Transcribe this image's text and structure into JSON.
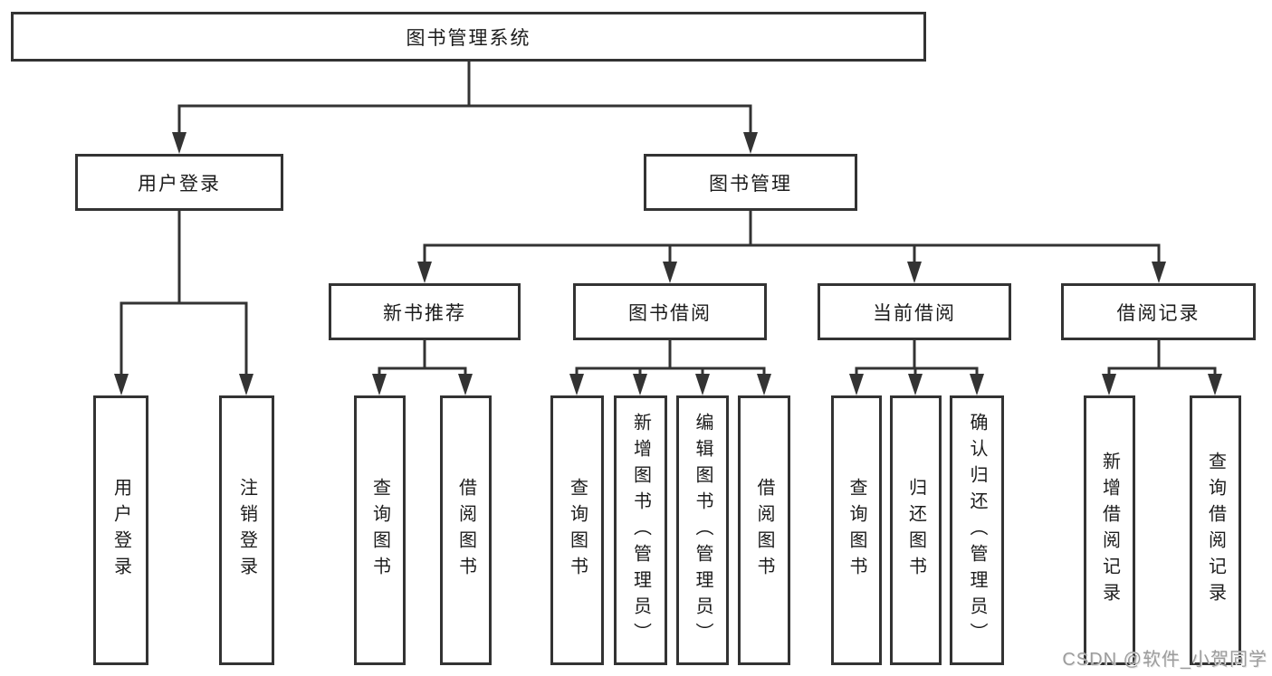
{
  "colors": {
    "line": "#333333",
    "box_border": "#333333",
    "text": "#1c1c1c",
    "background": "#ffffff",
    "watermark_text_color": "#9c9c9c"
  },
  "watermark": "CSDN @软件_小贺同学",
  "tree": {
    "root": {
      "label": "图书管理系统"
    },
    "branches": [
      {
        "label": "用户登录",
        "children": [
          {
            "label": "用户登录"
          },
          {
            "label": "注销登录"
          }
        ]
      },
      {
        "label": "图书管理",
        "children": [
          {
            "label": "新书推荐",
            "children": [
              {
                "label": "查询图书"
              },
              {
                "label": "借阅图书"
              }
            ]
          },
          {
            "label": "图书借阅",
            "children": [
              {
                "label": "查询图书"
              },
              {
                "label": "新增图书（管理员）"
              },
              {
                "label": "编辑图书（管理员）"
              },
              {
                "label": "借阅图书"
              }
            ]
          },
          {
            "label": "当前借阅",
            "children": [
              {
                "label": "查询图书"
              },
              {
                "label": "归还图书"
              },
              {
                "label": "确认归还（管理员）"
              }
            ]
          },
          {
            "label": "借阅记录",
            "children": [
              {
                "label": "新增借阅记录"
              },
              {
                "label": "查询借阅记录"
              }
            ]
          }
        ]
      }
    ]
  }
}
